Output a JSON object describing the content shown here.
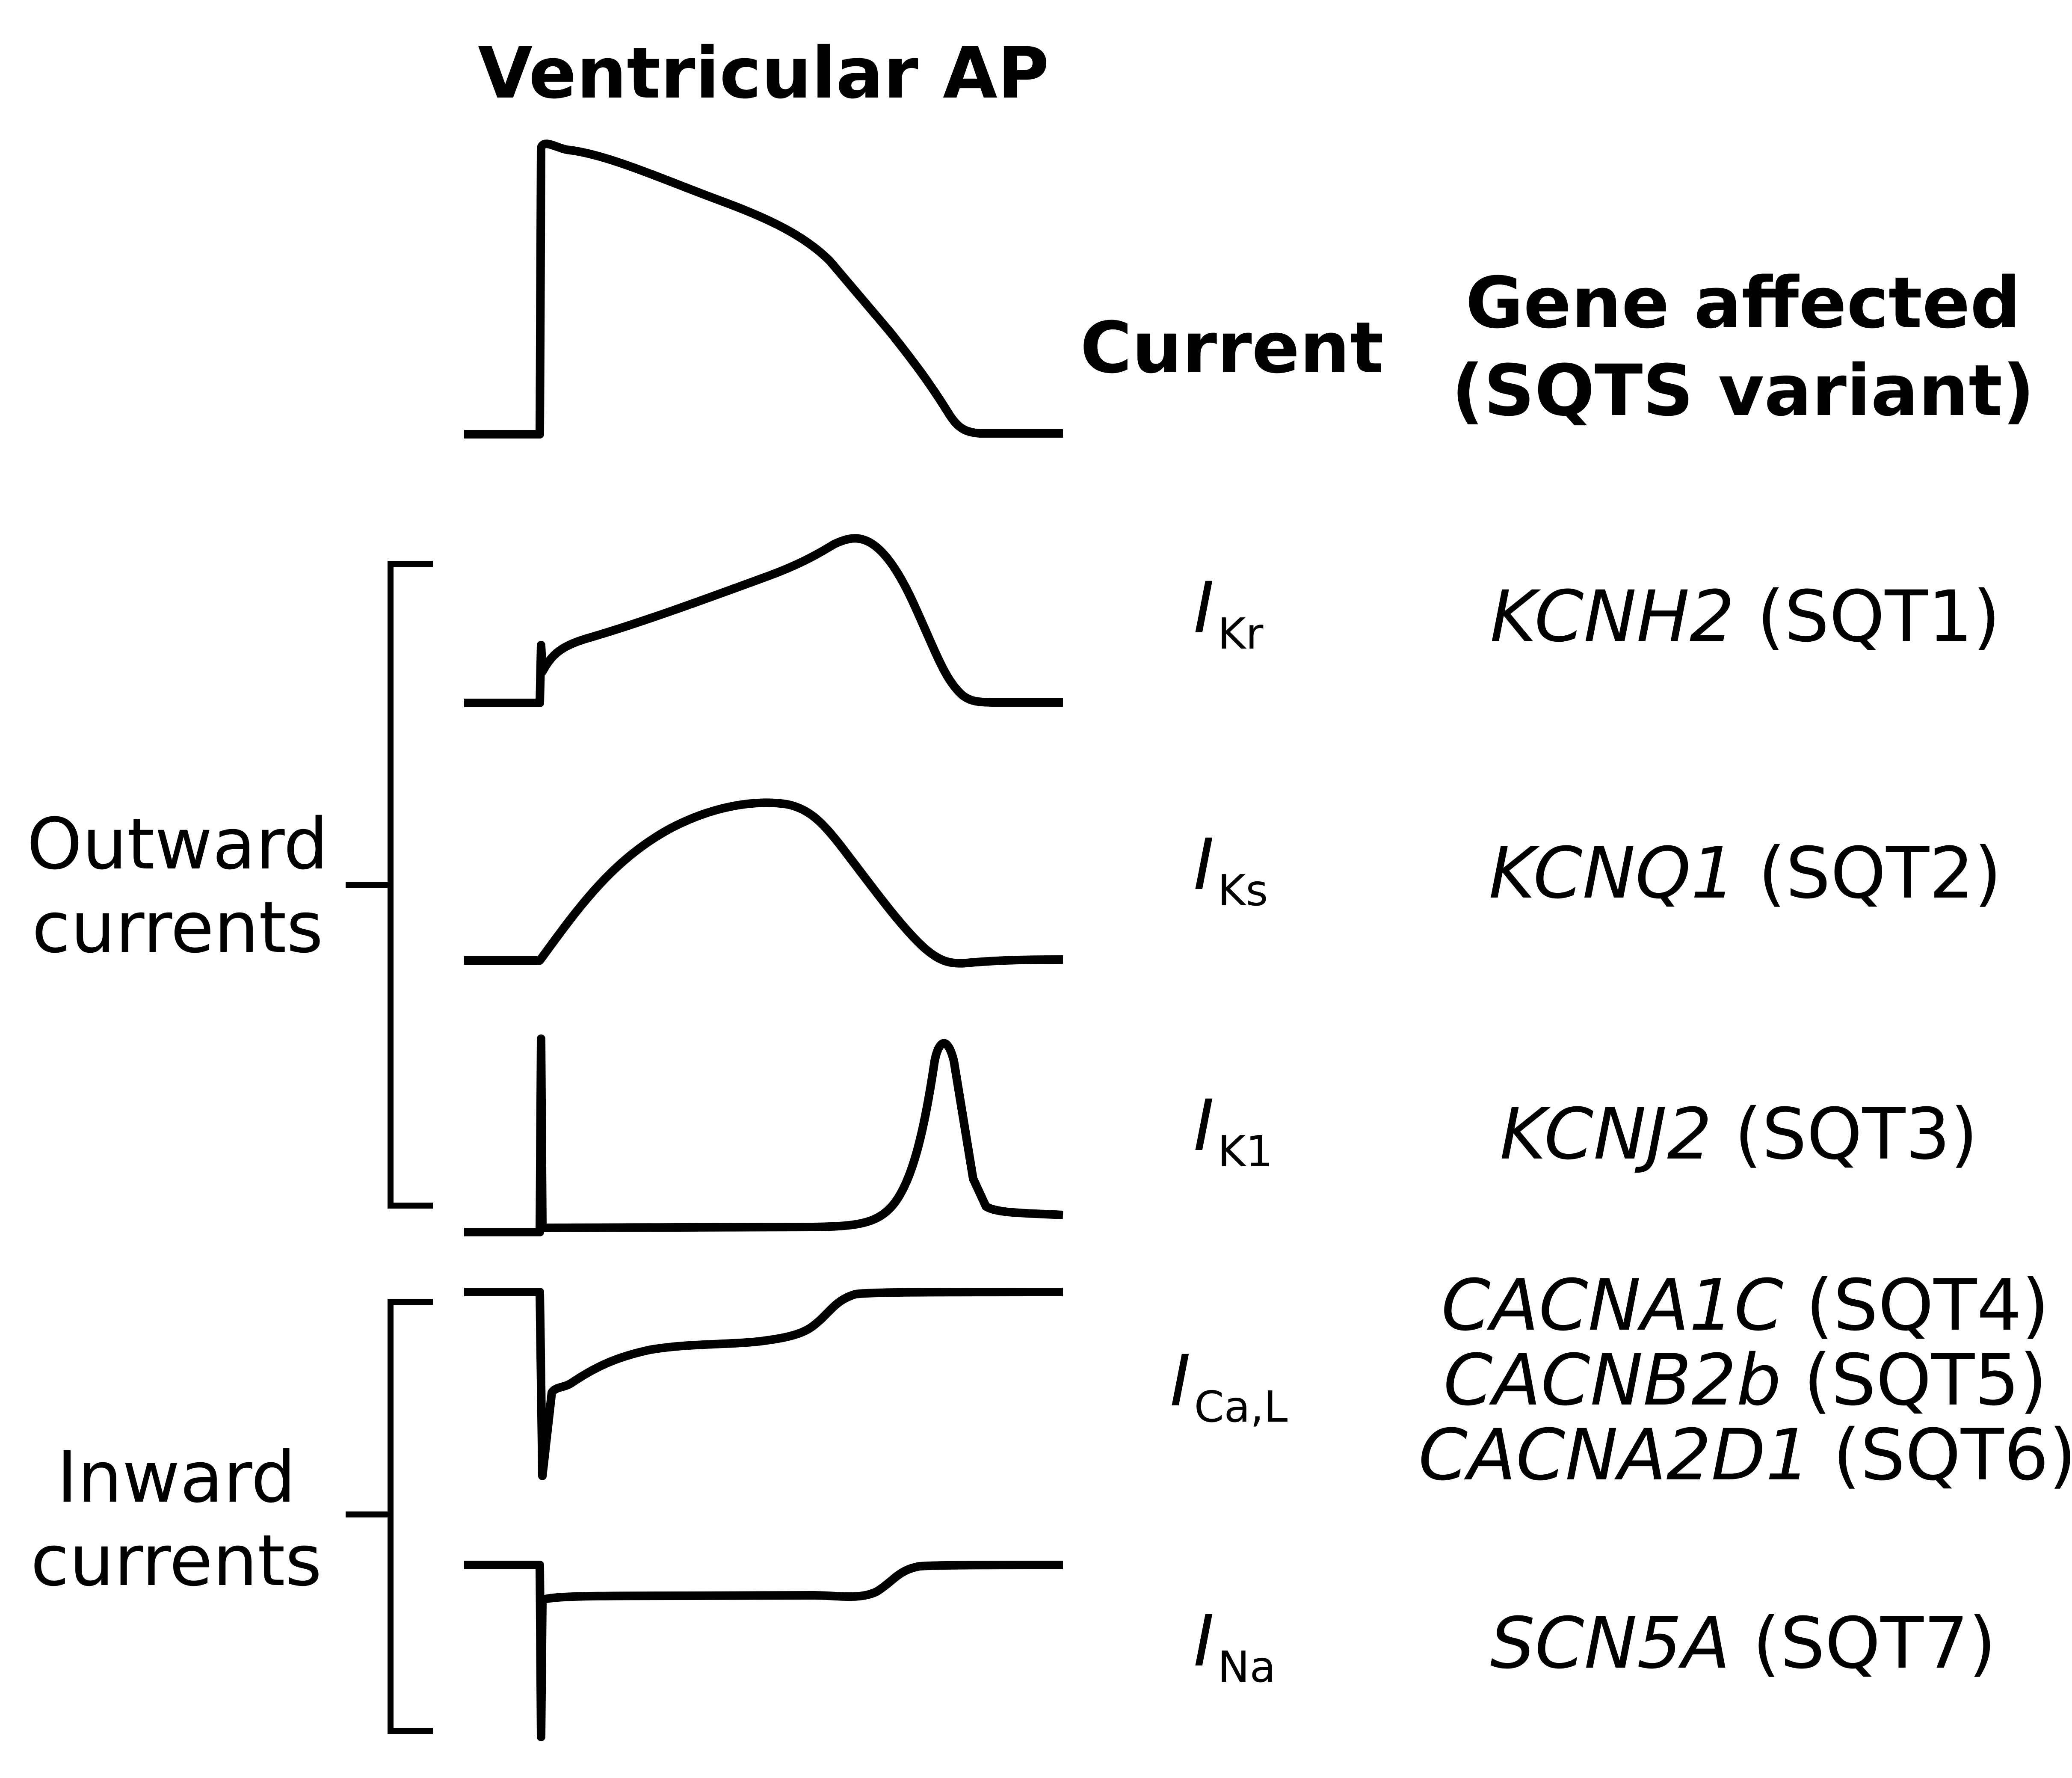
{
  "headings": {
    "ap_title": "Ventricular AP",
    "current_col": "Current",
    "gene_col_line1": "Gene affected",
    "gene_col_line2": "(SQTS variant)"
  },
  "groups": {
    "outward_line1": "Outward",
    "outward_line2": "currents",
    "inward_line1": "Inward",
    "inward_line2": "currents"
  },
  "rows": [
    {
      "current_main": "I",
      "current_sub": "Kr",
      "genes": [
        {
          "gene": "KCNH2",
          "variant": " (SQT1)"
        }
      ]
    },
    {
      "current_main": "I",
      "current_sub": "Ks",
      "genes": [
        {
          "gene": "KCNQ1",
          "variant": " (SQT2)"
        }
      ]
    },
    {
      "current_main": "I",
      "current_sub": "K1",
      "genes": [
        {
          "gene": "KCNJ2",
          "variant": " (SQT3)"
        }
      ]
    },
    {
      "current_main": "I",
      "current_sub": "Ca,L",
      "genes": [
        {
          "gene": "CACNA1C",
          "variant": " (SQT4)"
        },
        {
          "gene": "CACNB2b",
          "variant": " (SQT5)"
        },
        {
          "gene": "CACNA2D1",
          "variant": " (SQT6)"
        }
      ]
    },
    {
      "current_main": "I",
      "current_sub": "Na",
      "genes": [
        {
          "gene": "SCN5A",
          "variant": " (SQT7)"
        }
      ]
    }
  ]
}
